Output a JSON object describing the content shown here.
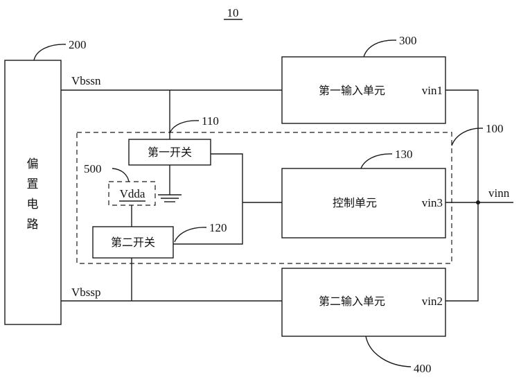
{
  "figure": {
    "number": "10"
  },
  "labels": {
    "bias_circuit": [
      "偏",
      "置",
      "电",
      "路"
    ],
    "bias_ref": "200",
    "first_input_unit": "第一输入单元",
    "first_input_pin": "vin1",
    "first_input_ref": "300",
    "second_input_unit": "第二输入单元",
    "second_input_pin": "vin2",
    "second_input_ref": "400",
    "block_ref": "100",
    "first_switch": "第一开关",
    "first_switch_ref": "110",
    "second_switch": "第二开关",
    "second_switch_ref": "120",
    "control_unit": "控制单元",
    "control_pin": "vin3",
    "control_ref": "130",
    "supply": "Vdda",
    "supply_ref": "500",
    "vbssn": "Vbssn",
    "vbssp": "Vbssp",
    "output_node": "vinn"
  }
}
